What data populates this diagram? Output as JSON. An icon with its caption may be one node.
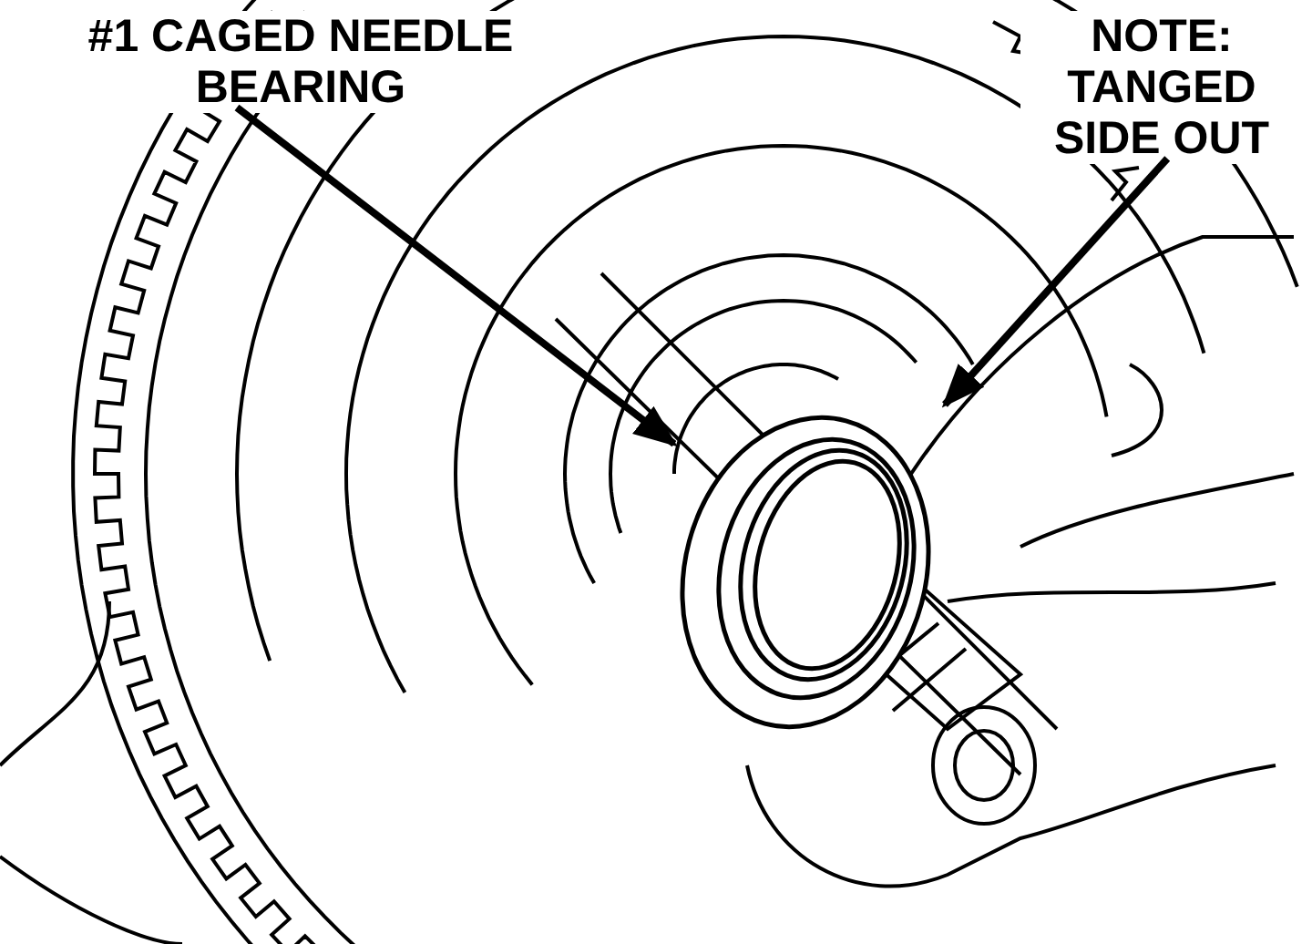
{
  "diagram": {
    "nodes": [
      {
        "text": [
          "#1 CAGED NEEDLE BEARING"
        ]
      },
      {
        "text": [
          "NOTE: TANGED SIDE OUT"
        ]
      },
      {
        "text": [],
        "shape": "picture"
      }
    ],
    "edges": [
      {
        "from": 0,
        "to": 2,
        "arrow": "to"
      },
      {
        "from": 1,
        "to": 2,
        "arrow": "to"
      }
    ]
  }
}
